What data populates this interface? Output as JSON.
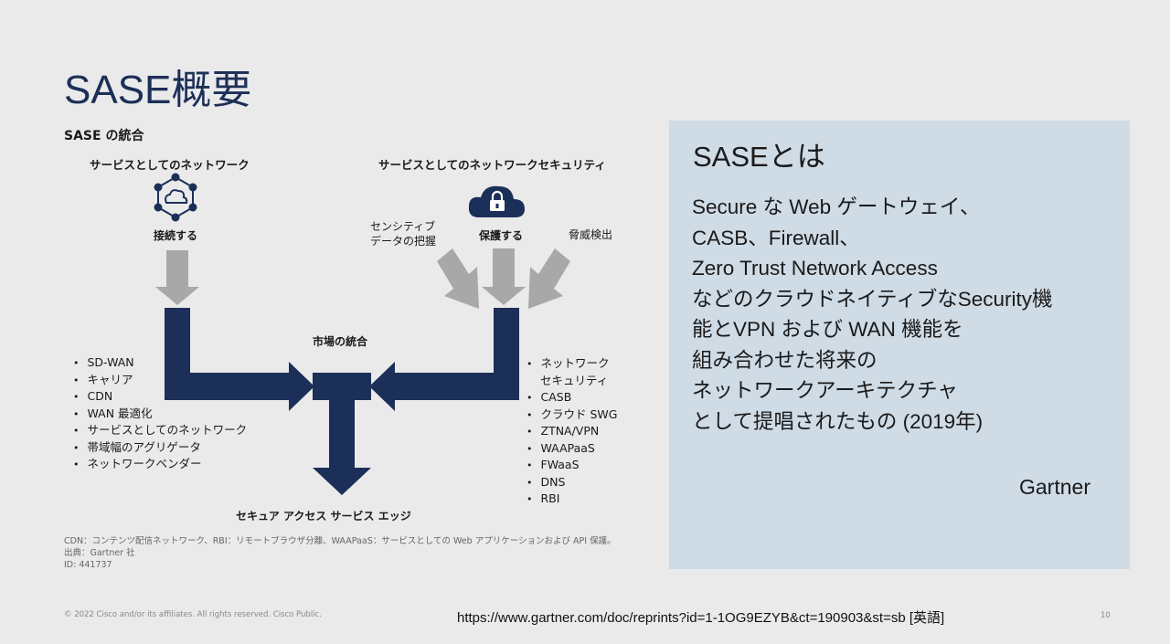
{
  "slide": {
    "title": "SASE概要",
    "copyright": "© 2022 Cisco and/or its affiliates. All rights reserved. Cisco Public.",
    "url": "https://www.gartner.com/doc/reprints?id=1-1OG9EZYB&ct=190903&st=sb [英語]",
    "page_number": "10"
  },
  "diagram": {
    "section_title": "SASE の統合",
    "left_heading": "サービスとしてのネットワーク",
    "right_heading": "サービスとしてのネットワークセキュリティ",
    "connect_label": "接続する",
    "protect_label": "保護する",
    "sensitive_label_line1": "センシティブ",
    "sensitive_label_line2": "データの把握",
    "threat_label": "脅威検出",
    "market_label": "市場の統合",
    "bottom_label": "セキュア アクセス サービス エッジ",
    "left_items": [
      "SD-WAN",
      "キャリア",
      "CDN",
      "WAN 最適化",
      "サービスとしてのネットワーク",
      "帯域幅のアグリゲータ",
      "ネットワークベンダー"
    ],
    "right_items": [
      "ネットワーク",
      "セキュリティ",
      "CASB",
      "クラウド SWG",
      "ZTNA/VPN",
      "WAAPaaS",
      "FWaaS",
      "DNS",
      "RBI"
    ],
    "footnote_line1": "CDN：コンテンツ配信ネットワーク、RBI：リモートブラウザ分離、WAAPaaS：サービスとしての Web アプリケーションおよび API 保護。",
    "footnote_line2": "出典：Gartner 社",
    "footnote_line3": "ID: 441737",
    "icons": [
      "network-cloud-icon",
      "cloud-lock-icon"
    ],
    "colors": {
      "navy": "#1b2f58",
      "gray_arrow": "#a8a8a8"
    }
  },
  "definition_box": {
    "title": "SASEとは",
    "lines": [
      "Secure な Web ゲートウェイ、",
      "CASB、Firewall、",
      "Zero Trust Network Access",
      "などのクラウドネイティブなSecurity機",
      "能とVPN および WAN 機能を",
      "組み合わせた将来の",
      "ネットワークアーキテクチャ",
      "として提唱されたもの (2019年)"
    ],
    "attribution": "Gartner"
  }
}
